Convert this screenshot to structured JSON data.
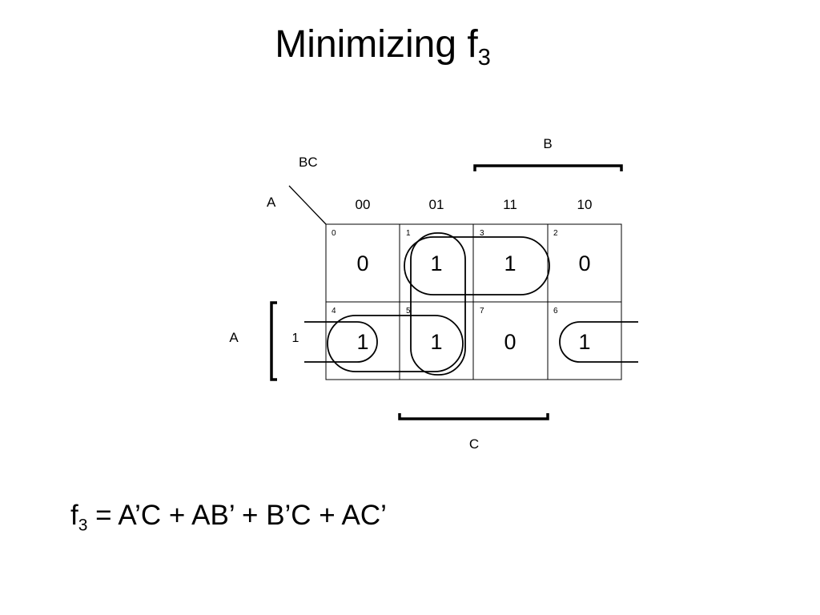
{
  "title": {
    "main": "Minimizing f",
    "sub": "3"
  },
  "kmap": {
    "corner_row_var": "A",
    "corner_col_var": "BC",
    "col_headers": [
      "00",
      "01",
      "11",
      "10"
    ],
    "row_headers": [
      "",
      "1"
    ],
    "brace_labels": {
      "B": "B",
      "C": "C",
      "A": "A"
    },
    "cells": [
      [
        {
          "index": "0",
          "value": "0"
        },
        {
          "index": "1",
          "value": "1"
        },
        {
          "index": "3",
          "value": "1"
        },
        {
          "index": "2",
          "value": "0"
        }
      ],
      [
        {
          "index": "4",
          "value": "1"
        },
        {
          "index": "5",
          "value": "1"
        },
        {
          "index": "7",
          "value": "0"
        },
        {
          "index": "6",
          "value": "1"
        }
      ]
    ]
  },
  "formula": {
    "lhs_main": "f",
    "lhs_sub": "3",
    "rhs": " = A’C + AB’ + B’C + AC’"
  }
}
